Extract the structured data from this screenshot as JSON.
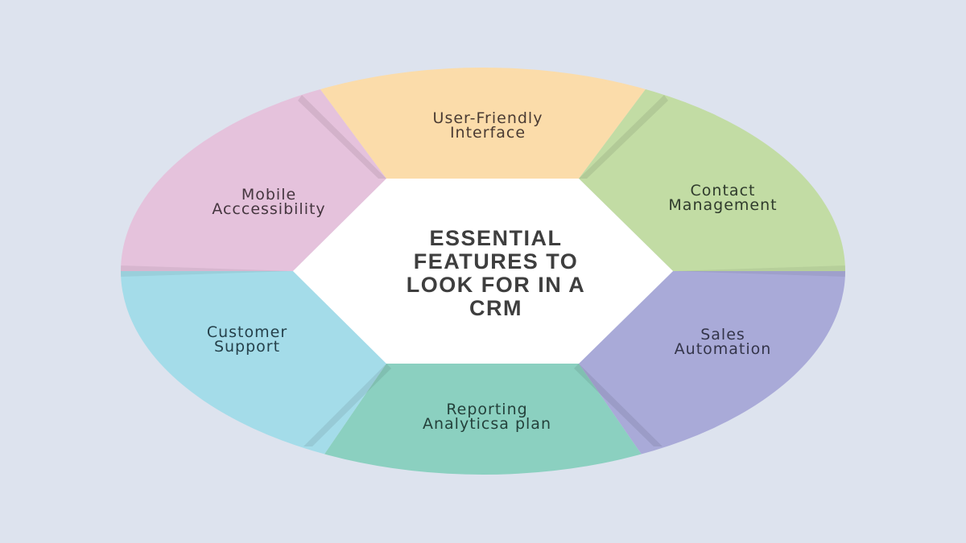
{
  "diagram": {
    "title_lines": [
      "ESSENTIAL",
      "FEATURES TO",
      "LOOK FOR IN A",
      "CRM"
    ],
    "background_color": "#dde3ee",
    "center_color": "#ffffff",
    "title_color": "#3e3e3e",
    "segments": [
      {
        "id": "user-friendly-interface",
        "lines": [
          "User-Friendly",
          "Interface"
        ],
        "color": "#fbdcaa",
        "text_color": "#4a3b33"
      },
      {
        "id": "contact-management",
        "lines": [
          "Contact",
          "Management"
        ],
        "color": "#c2dca4",
        "text_color": "#2f3b2c"
      },
      {
        "id": "sales-automation",
        "lines": [
          "Sales",
          "Automation"
        ],
        "color": "#a9aad8",
        "text_color": "#34354a"
      },
      {
        "id": "reporting-analytics",
        "lines": [
          "Reporting",
          "Analyticsa plan"
        ],
        "color": "#8bd0c0",
        "text_color": "#24413b"
      },
      {
        "id": "customer-support",
        "lines": [
          "Customer",
          "Support"
        ],
        "color": "#a4dce9",
        "text_color": "#25404a"
      },
      {
        "id": "mobile-accessibility",
        "lines": [
          "Mobile",
          "Acccessibility"
        ],
        "color": "#e5c2dc",
        "text_color": "#45363f"
      }
    ]
  }
}
